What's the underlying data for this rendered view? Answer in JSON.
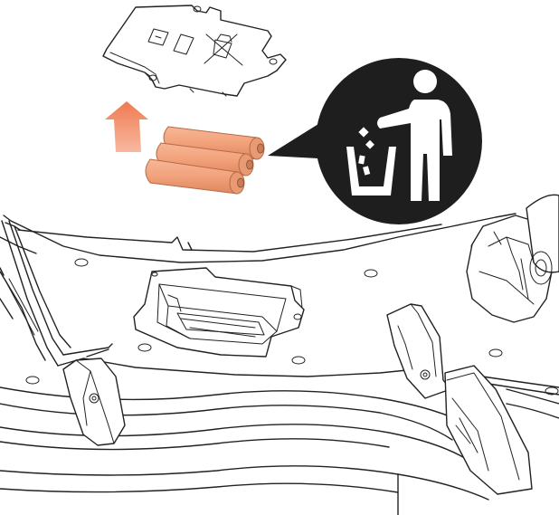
{
  "colors": {
    "battery": "#F2A27B",
    "battery_dark": "#D9784E",
    "arrow": "#F07A52",
    "symbol_bg": "#1E1E1E",
    "symbol_fg": "#FFFFFF",
    "line": "#222222"
  },
  "icons": [
    "battery-cover",
    "aa-battery",
    "remove-arrow",
    "recycle-disposal-icon",
    "crossed-bin-icon"
  ]
}
